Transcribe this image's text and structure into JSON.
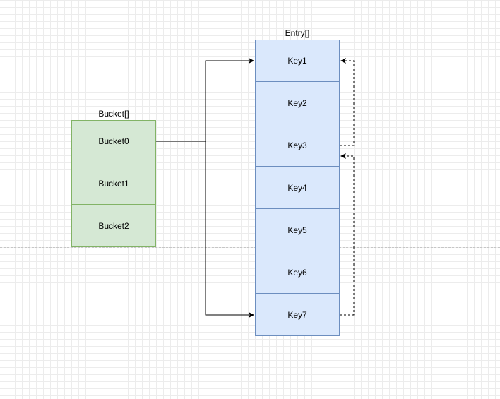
{
  "bucket_array": {
    "title": "Bucket[]",
    "cells": [
      "Bucket0",
      "Bucket1",
      "Bucket2"
    ],
    "fill": "#d5e8d4",
    "stroke": "#82b366"
  },
  "entry_array": {
    "title": "Entry[]",
    "cells": [
      "Key1",
      "Key2",
      "Key3",
      "Key4",
      "Key5",
      "Key6",
      "Key7"
    ],
    "fill": "#dae8fc",
    "stroke": "#6c8ebf"
  },
  "connectors": [
    {
      "from": "Bucket0",
      "to": "Key1",
      "style": "solid"
    },
    {
      "from": "Bucket0",
      "to": "Key7",
      "style": "solid"
    },
    {
      "from": "Key3",
      "to": "Key1",
      "style": "dashed"
    },
    {
      "from": "Key7",
      "to": "Key3",
      "style": "dashed"
    }
  ]
}
